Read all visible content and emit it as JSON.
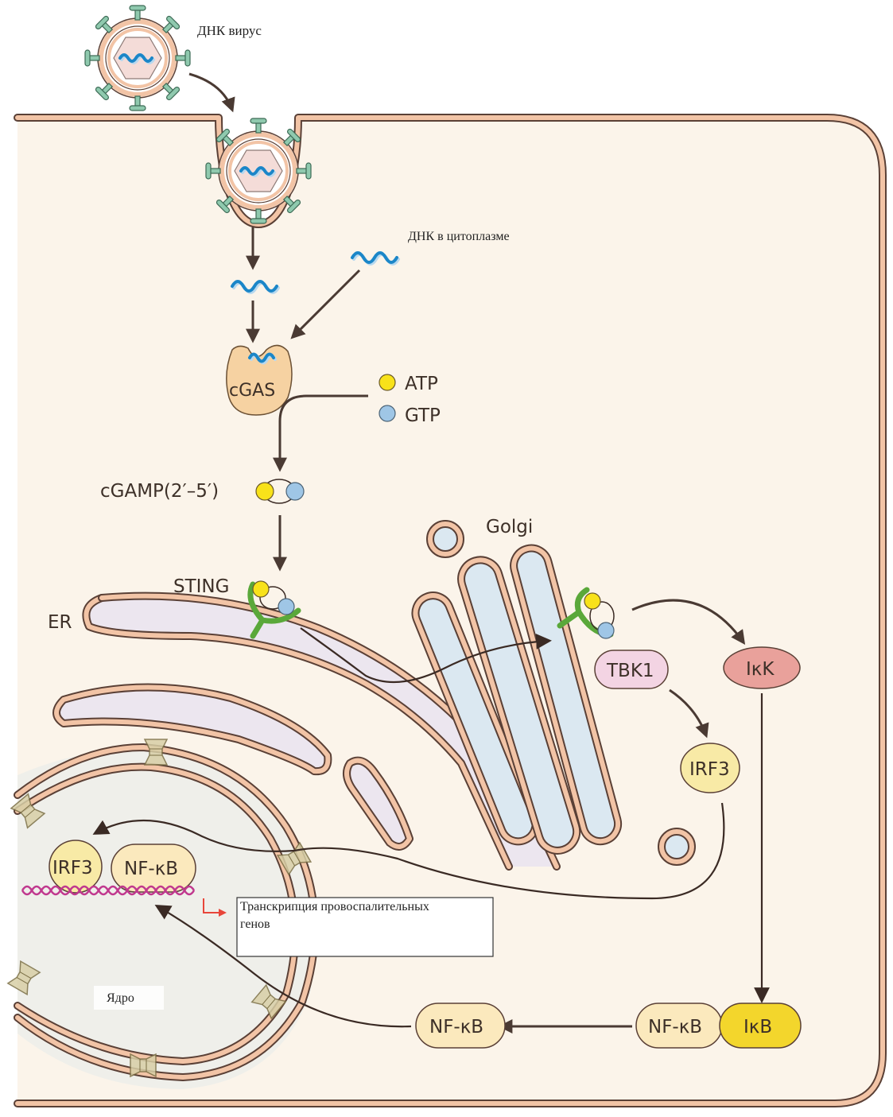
{
  "labels": {
    "dna_virus": "ДНК вирус",
    "cytoplasmic_dna": "ДНК в цитоплазме",
    "cgas": "cGAS",
    "atp": "ATP",
    "gtp": "GTP",
    "cgamp": "cGAMP(2′–5′)",
    "sting": "STING",
    "er": "ER",
    "golgi": "Golgi",
    "tbk1": "TBK1",
    "ikk": "IκK",
    "irf3_cytoplasm": "IRF3",
    "irf3_nucleus": "IRF3",
    "nfkb_nucleus": "NF-κB",
    "nfkb_free": "NF-κB",
    "nfkb_complex": "NF-κB",
    "ikb": "IκB",
    "transcription_line1": "Транскрипция провоспалительных",
    "transcription_line2": "генов",
    "nucleus": "Ядро"
  },
  "colors": {
    "cytoplasm": "#fbf4ea",
    "membrane_outer": "#5a4036",
    "membrane_inner": "#f2c4a6",
    "er_lumen": "#ece6ef",
    "golgi_lumen": "#dbe8f1",
    "nucleus_fill": "#efefea",
    "atp": "#f8e21a",
    "gtp": "#9fc6e6",
    "sting": "#5aa83a",
    "cgas": "#f6d2a2",
    "tbk1": "#f3d4e3",
    "ikk": "#e9a19b",
    "irf3": "#f8eaa6",
    "nfkb": "#fbe9bd",
    "ikb": "#f3d62c",
    "dna": "#1b86c8",
    "chromatin": "#c0388e",
    "tss_arrow": "#e8463a"
  }
}
